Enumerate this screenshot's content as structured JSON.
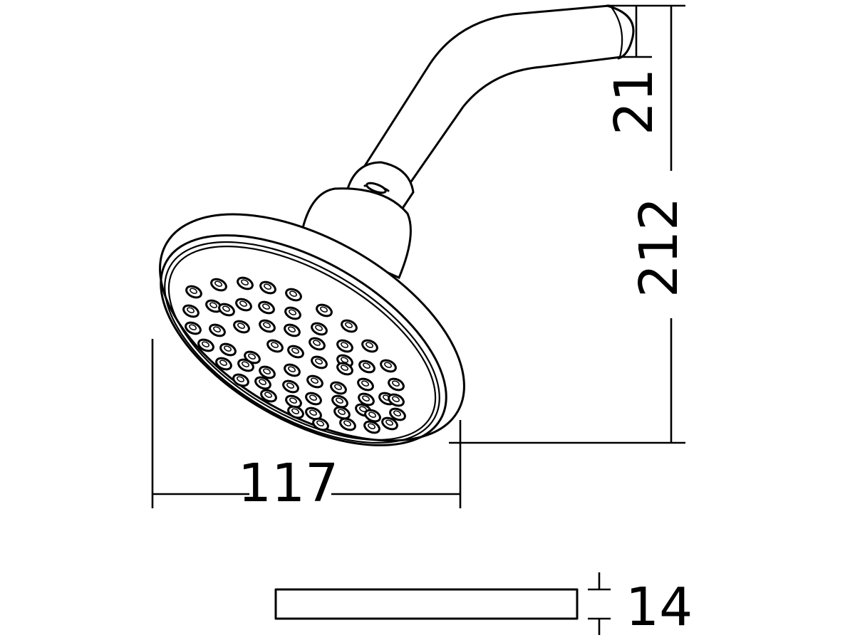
{
  "diagram": {
    "subject": "shower head with arm",
    "type": "technical dimension drawing",
    "stroke_color": "#000000",
    "background": "#ffffff"
  },
  "dimensions": {
    "arm_offset": {
      "value": "21",
      "orientation": "vertical"
    },
    "total_height": {
      "value": "212",
      "orientation": "vertical"
    },
    "head_width": {
      "value": "117",
      "orientation": "horizontal"
    },
    "head_thickness": {
      "value": "14",
      "orientation": "vertical"
    }
  },
  "nozzles": {
    "rows": [
      [
        [
          272,
          410
        ],
        [
          307,
          400
        ],
        [
          344,
          398
        ],
        [
          376,
          404
        ],
        [
          412,
          414
        ],
        [
          455,
          436
        ],
        [
          490,
          458
        ]
      ],
      [
        [
          268,
          437
        ],
        [
          300,
          430
        ],
        [
          318,
          435
        ],
        [
          342,
          428
        ],
        [
          374,
          432
        ],
        [
          411,
          440
        ],
        [
          448,
          462
        ],
        [
          484,
          486
        ],
        [
          519,
          486
        ]
      ],
      [
        [
          271,
          461
        ],
        [
          305,
          464
        ],
        [
          339,
          459
        ],
        [
          375,
          458
        ],
        [
          410,
          464
        ],
        [
          445,
          483
        ],
        [
          484,
          507
        ],
        [
          515,
          515
        ],
        [
          545,
          514
        ]
      ],
      [
        [
          289,
          485
        ],
        [
          320,
          491
        ],
        [
          354,
          502
        ],
        [
          386,
          486
        ],
        [
          415,
          494
        ],
        [
          448,
          509
        ],
        [
          484,
          518
        ],
        [
          513,
          540
        ],
        [
          556,
          540
        ]
      ],
      [
        [
          314,
          511
        ],
        [
          345,
          513
        ],
        [
          375,
          523
        ],
        [
          410,
          520
        ],
        [
          442,
          536
        ],
        [
          475,
          545
        ],
        [
          514,
          561
        ],
        [
          543,
          560
        ]
      ],
      [
        [
          338,
          534
        ],
        [
          369,
          538
        ],
        [
          408,
          543
        ],
        [
          440,
          560
        ],
        [
          477,
          564
        ],
        [
          510,
          576
        ],
        [
          556,
          562
        ]
      ],
      [
        [
          377,
          556
        ],
        [
          412,
          564
        ],
        [
          440,
          581
        ],
        [
          480,
          580
        ],
        [
          523,
          584
        ],
        [
          558,
          582
        ]
      ],
      [
        [
          415,
          579
        ],
        [
          450,
          596
        ],
        [
          488,
          596
        ],
        [
          522,
          600
        ],
        [
          547,
          595
        ]
      ]
    ]
  }
}
